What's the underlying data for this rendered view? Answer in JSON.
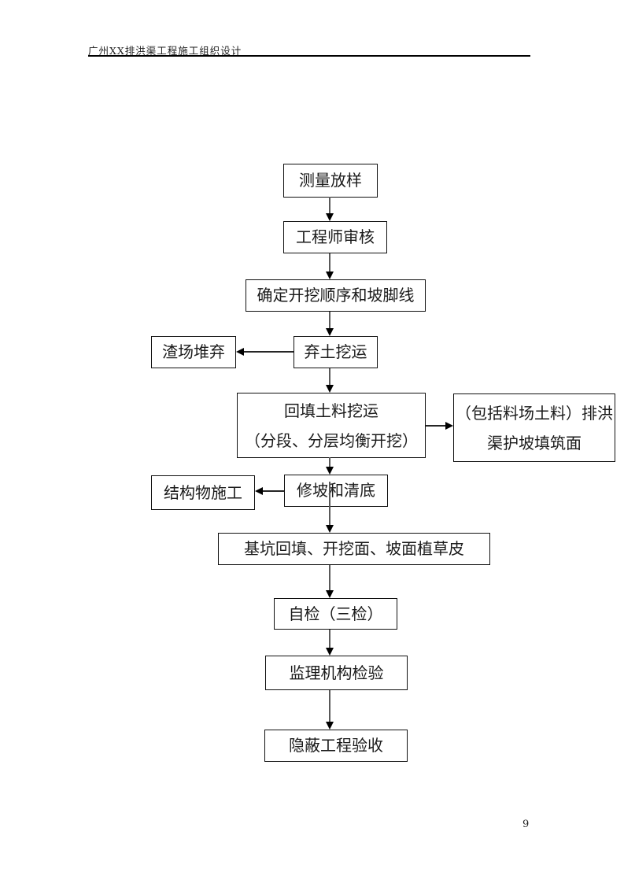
{
  "header": {
    "title": "广州XX排洪渠工程施工组织设计"
  },
  "footer": {
    "page_number": "9"
  },
  "flowchart": {
    "nodes": {
      "survey_layout": {
        "label": "测量放样"
      },
      "engineer_review": {
        "label": "工程师审核"
      },
      "excavation_sequence": {
        "label": "确定开挖顺序和坡脚线"
      },
      "spoil_excavation": {
        "label": "弃土挖运"
      },
      "spoil_yard_dump": {
        "label": "渣场堆弃"
      },
      "backfill_excavation": {
        "lines": [
          "回填土料挖运",
          "（分段、分层均衡开挖）"
        ]
      },
      "slope_fill_face": {
        "lines": [
          "（包括料场土料）排洪",
          "渠护坡填筑面"
        ]
      },
      "structure_construction": {
        "label": "结构物施工"
      },
      "slope_trim_clean": {
        "label": "修坡和清底"
      },
      "pit_backfill_grass": {
        "label": "基坑回填、开挖面、坡面植草皮"
      },
      "self_inspection": {
        "label": "自检（三检）"
      },
      "supervision_inspection": {
        "label": "监理机构检验"
      },
      "hidden_works_acceptance": {
        "label": "隐蔽工程验收"
      }
    }
  }
}
